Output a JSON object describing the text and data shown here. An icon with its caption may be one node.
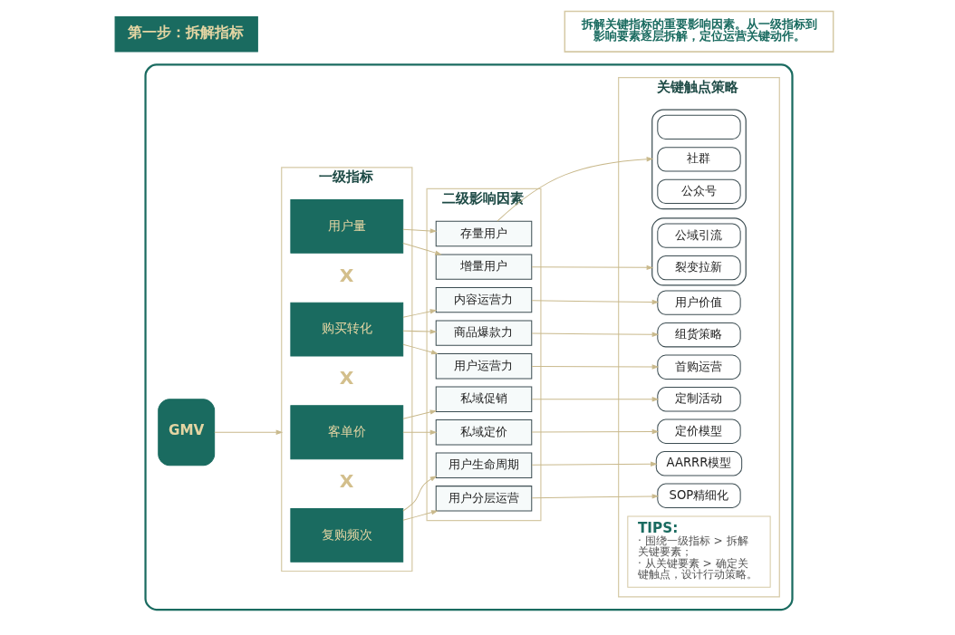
{
  "diagram": {
    "nodes": [
      {
        "text": [
          "第一步：拆解指标"
        ]
      },
      {
        "text": [
          "拆解关键指标的重要影响因素。从一级指标到影响要素逐层拆解，定位运营关键动作。"
        ]
      },
      {
        "text": [],
        "shape": "box"
      },
      {
        "text": [
          "GMV"
        ],
        "in": 2
      },
      {
        "text": [
          "一级指标"
        ],
        "in": 2
      },
      {
        "text": [
          "用户量"
        ],
        "in": 4
      },
      {
        "text": [
          "购买转化"
        ],
        "in": 4
      },
      {
        "text": [
          "客单价"
        ],
        "in": 4
      },
      {
        "text": [
          "复购频次"
        ],
        "in": 4
      },
      {
        "text": [
          "二级影响因素"
        ],
        "in": 2
      },
      {
        "text": [
          "存量用户"
        ],
        "in": 9
      },
      {
        "text": [
          "增量用户"
        ],
        "in": 9
      },
      {
        "text": [
          "内容运营力"
        ],
        "in": 9
      },
      {
        "text": [
          "商品爆款力"
        ],
        "in": 9
      },
      {
        "text": [
          "用户运营力"
        ],
        "in": 9
      },
      {
        "text": [
          "私域促销"
        ],
        "in": 9
      },
      {
        "text": [
          "私域定价"
        ],
        "in": 9
      },
      {
        "text": [
          "用户生命周期"
        ],
        "in": 9
      },
      {
        "text": [
          "用户分层运营"
        ],
        "in": 9
      },
      {
        "text": [
          "关键触点策略"
        ],
        "in": 2
      },
      {
        "text": [],
        "shape": "box",
        "in": 19
      },
      {
        "text": [],
        "shape": "box",
        "in": 20
      },
      {
        "text": [
          "社群"
        ],
        "in": 20
      },
      {
        "text": [
          "公众号"
        ],
        "in": 20
      },
      {
        "text": [],
        "shape": "box",
        "in": 19
      },
      {
        "text": [
          "公域引流"
        ],
        "in": 24
      },
      {
        "text": [
          "裂变拉新"
        ],
        "in": 24
      },
      {
        "text": [
          "用户价值"
        ],
        "in": 19
      },
      {
        "text": [
          "组货策略"
        ],
        "in": 19
      },
      {
        "text": [
          "首购运营"
        ],
        "in": 19
      },
      {
        "text": [
          "定制活动"
        ],
        "in": 19
      },
      {
        "text": [
          "定价模型"
        ],
        "in": 19
      },
      {
        "text": [
          "AARRR模型"
        ],
        "in": 19
      },
      {
        "text": [
          "SOP精细化"
        ],
        "in": 19
      },
      {
        "text": [
          "TIPS:",
          "· 围绕一级指标 > 拆解关键要素；",
          "· 从关键要素 > 确定关键触点，设计行动策略。"
        ],
        "in": 19
      }
    ],
    "edges": [
      {
        "from": 3,
        "to": 4,
        "arrow": "to"
      },
      {
        "from": 5,
        "to": 10,
        "arrow": "to"
      },
      {
        "from": 5,
        "to": 11,
        "arrow": "to"
      },
      {
        "from": 6,
        "to": 12,
        "arrow": "to"
      },
      {
        "from": 6,
        "to": 13,
        "arrow": "to"
      },
      {
        "from": 6,
        "to": 14,
        "arrow": "to"
      },
      {
        "from": 7,
        "to": 15,
        "arrow": "to"
      },
      {
        "from": 7,
        "to": 16,
        "arrow": "to"
      },
      {
        "from": 8,
        "to": 17,
        "arrow": "to"
      },
      {
        "from": 8,
        "to": 18,
        "arrow": "to"
      },
      {
        "from": 10,
        "to": 20,
        "arrow": "to"
      },
      {
        "from": 11,
        "to": 24,
        "arrow": "to"
      },
      {
        "from": 12,
        "to": 27,
        "arrow": "to"
      },
      {
        "from": 13,
        "to": 28,
        "arrow": "to"
      },
      {
        "from": 14,
        "to": 29,
        "arrow": "to"
      },
      {
        "from": 15,
        "to": 30,
        "arrow": "to"
      },
      {
        "from": 16,
        "to": 31,
        "arrow": "to"
      },
      {
        "from": 17,
        "to": 32,
        "arrow": "to"
      },
      {
        "from": 18,
        "to": 33,
        "arrow": "to"
      }
    ],
    "labels": [
      "X",
      "X",
      "X"
    ]
  }
}
